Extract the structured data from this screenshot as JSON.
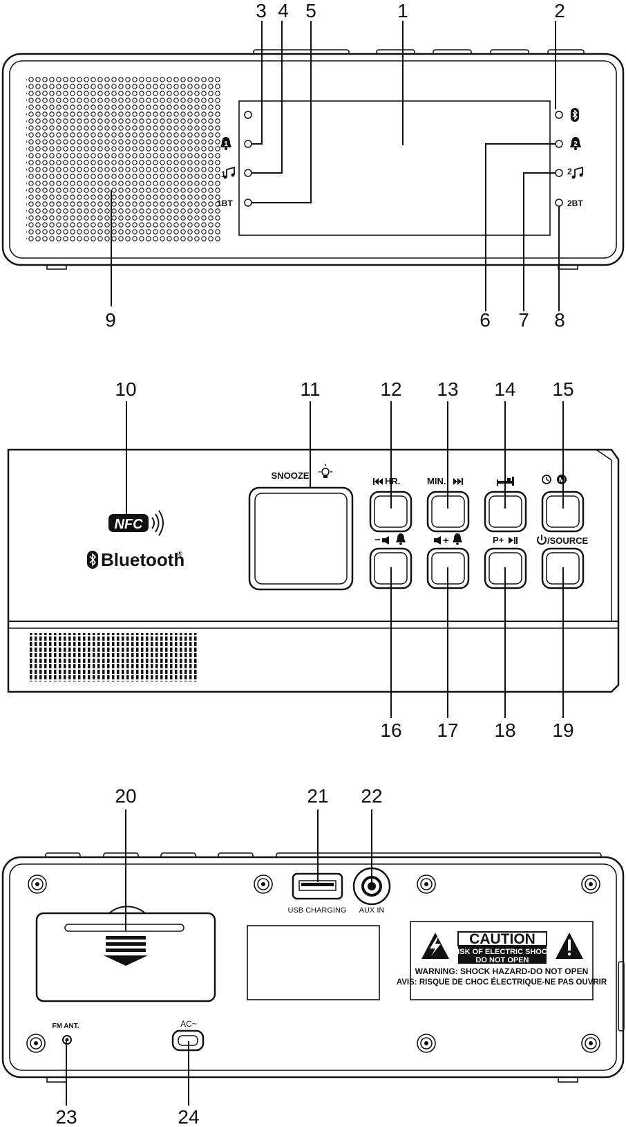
{
  "callouts": [
    "1",
    "2",
    "3",
    "4",
    "5",
    "6",
    "7",
    "8",
    "9",
    "10",
    "11",
    "12",
    "13",
    "14",
    "15",
    "16",
    "17",
    "18",
    "19",
    "20",
    "21",
    "22",
    "23",
    "24"
  ],
  "display_labels": {
    "left": [
      "1",
      "1",
      "1BT"
    ],
    "right": [
      "2",
      "2",
      "2BT"
    ]
  },
  "front": {
    "brand": "Bluetooth",
    "trademark": "®",
    "snooze_label": "SNOOZE",
    "button_labels": {
      "hr": "HR.",
      "min": "MIN.",
      "vol_minus": "−",
      "vol_plus": "+",
      "preset": "P+",
      "source": "/SOURCE"
    }
  },
  "back": {
    "usb_label": "USB CHARGING",
    "aux_label": "AUX IN",
    "fm_label": "FM ANT.",
    "ac_label": "AC~",
    "caution": {
      "title": "CAUTION",
      "line1": "RISK OF ELECTRIC SHOCK",
      "line2": "DO NOT OPEN",
      "warning": "WARNING: SHOCK HAZARD-DO NOT OPEN",
      "avis": "AVIS: RISQUE DE CHOC ÉLECTRIQUE-NE PAS OUVRIR"
    }
  },
  "icons": [
    "bell-icon",
    "music-note-icon",
    "bluetooth-icon",
    "nfc-logo",
    "bulb-icon",
    "prev-icon",
    "next-icon",
    "sleep-bed-icon",
    "clock-icon",
    "memory-icon",
    "power-icon",
    "play-pause-icon",
    "volume-icon",
    "warning-triangle-icon",
    "lightning-icon"
  ]
}
